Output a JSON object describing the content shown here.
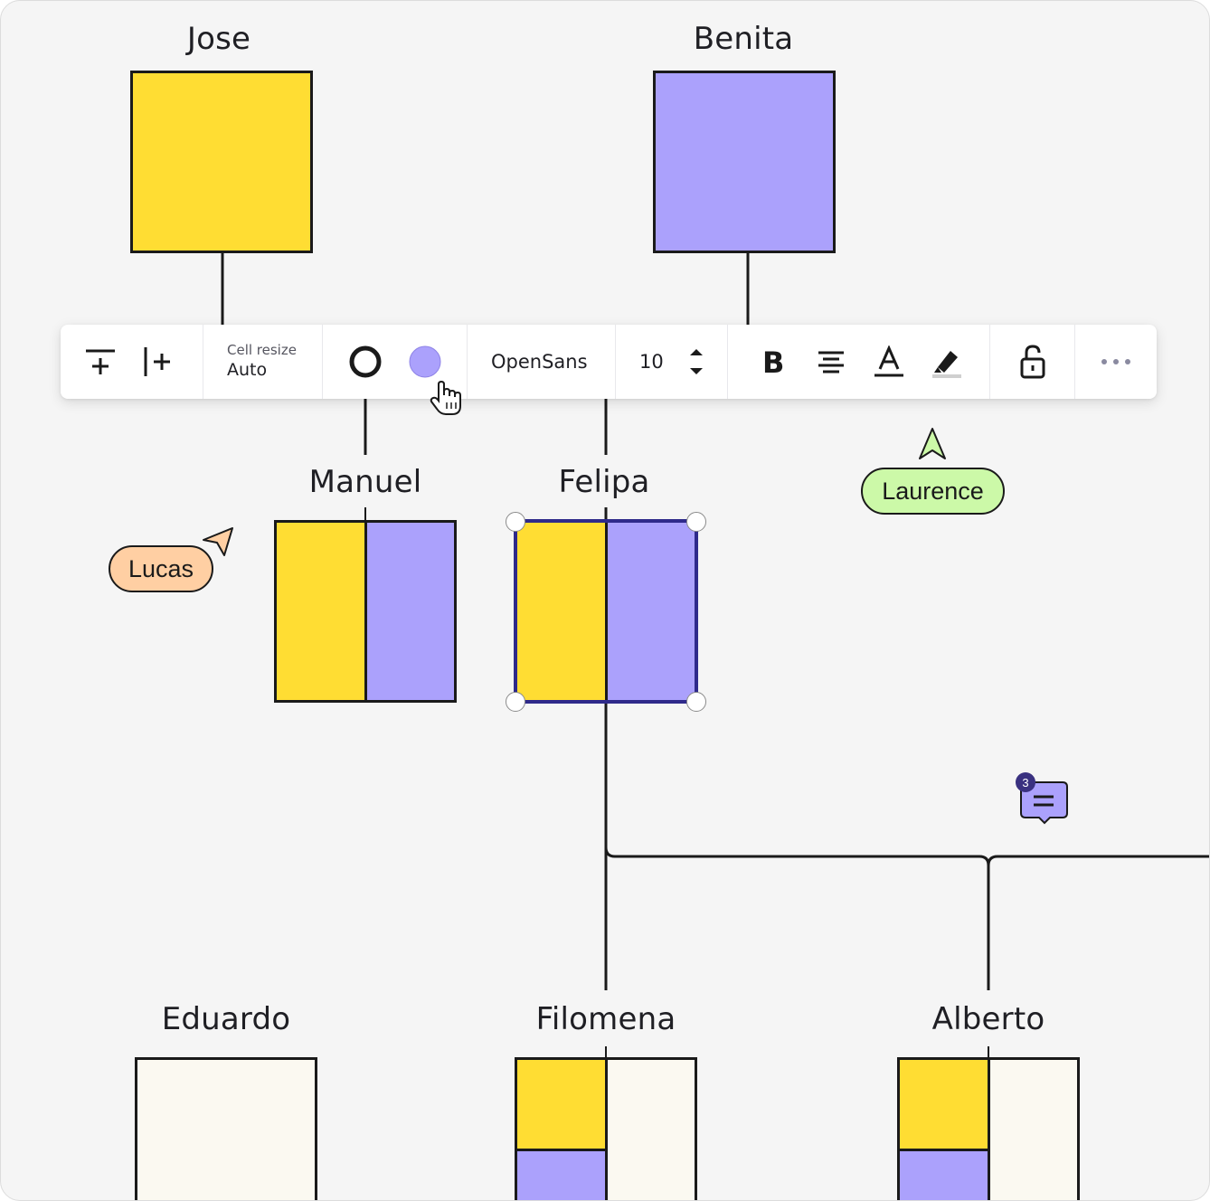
{
  "people": {
    "jose": "Jose",
    "benita": "Benita",
    "manuel": "Manuel",
    "felipa": "Felipa",
    "eduardo": "Eduardo",
    "filomena": "Filomena",
    "alberto": "Alberto"
  },
  "toolbar": {
    "insert_row_icon": "insert-row-icon",
    "insert_column_icon": "insert-column-icon",
    "cell_resize_label": "Cell resize",
    "cell_resize_value": "Auto",
    "border_style_icon": "circle-outline-icon",
    "fill_color": "#aba1fc",
    "font_family": "OpenSans",
    "font_size": "10",
    "bold_icon": "bold-icon",
    "align_icon": "align-center-icon",
    "text_color_icon": "text-color-icon",
    "highlight_icon": "highlighter-icon",
    "lock_icon": "unlock-icon",
    "more_icon": "more-icon"
  },
  "collaborators": {
    "lucas": {
      "name": "Lucas",
      "color": "#ffcfa3"
    },
    "laurence": {
      "name": "Laurence",
      "color": "#ccf9a8"
    }
  },
  "comment": {
    "count": "3",
    "color": "#aba1fc"
  },
  "colors": {
    "yellow": "#ffdd33",
    "purple": "#aba1fc",
    "cream": "#fbf9f1",
    "selection": "#2f2a8a"
  }
}
